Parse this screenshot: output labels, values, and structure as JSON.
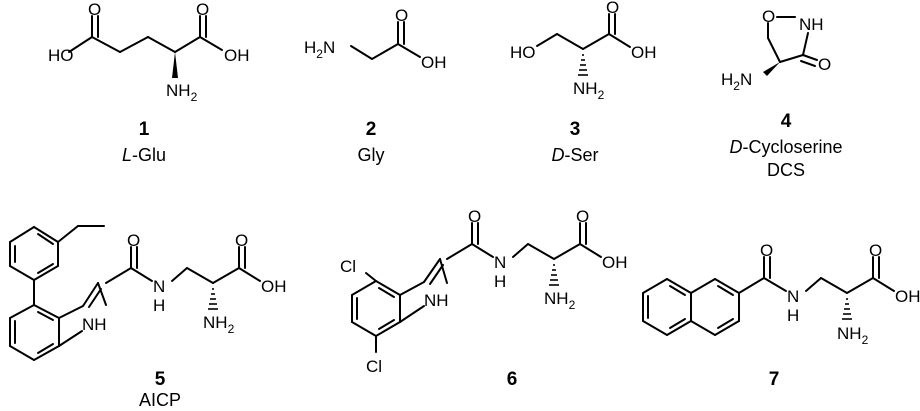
{
  "figure": {
    "compounds": [
      {
        "id": "c1",
        "number": "1",
        "caption": {
          "prefix": "L",
          "rest": "-Glu"
        },
        "atoms": {
          "ho": "HO",
          "o1": "O",
          "o2": "O",
          "oh": "OH",
          "nh2": "NH",
          "nh2_sub": "2"
        }
      },
      {
        "id": "c2",
        "number": "2",
        "caption": {
          "prefix": "",
          "rest": "Gly"
        },
        "atoms": {
          "h2n": "H",
          "h2n_sub": "2",
          "h2n_n": "N",
          "o": "O",
          "oh": "OH"
        }
      },
      {
        "id": "c3",
        "number": "3",
        "caption": {
          "prefix": "D",
          "rest": "-Ser"
        },
        "atoms": {
          "ho": "HO",
          "o": "O",
          "oh": "OH",
          "nh2": "NH",
          "nh2_sub": "2"
        }
      },
      {
        "id": "c4",
        "number": "4",
        "caption": {
          "prefix": "D",
          "rest": "-Cycloserine"
        },
        "caption2": "DCS",
        "atoms": {
          "o_ring": "O",
          "nh": "NH",
          "o": "O",
          "h2n": "H",
          "h2n_sub": "2",
          "h2n_n": "N"
        }
      },
      {
        "id": "c5",
        "number": "5",
        "caption": {
          "prefix": "",
          "rest": "AICP"
        },
        "atoms": {
          "o1": "O",
          "o2": "O",
          "oh": "OH",
          "nh_amide": "N",
          "nh_amide_h": "H",
          "nh_indole": "NH",
          "nh2": "NH",
          "nh2_sub": "2"
        }
      },
      {
        "id": "c6",
        "number": "6",
        "caption": {
          "prefix": "",
          "rest": ""
        },
        "atoms": {
          "cl1": "Cl",
          "cl2": "Cl",
          "o1": "O",
          "o2": "O",
          "oh": "OH",
          "nh_amide": "N",
          "nh_amide_h": "H",
          "nh_indole": "NH",
          "nh2": "NH",
          "nh2_sub": "2"
        }
      },
      {
        "id": "c7",
        "number": "7",
        "caption": {
          "prefix": "",
          "rest": ""
        },
        "atoms": {
          "o1": "O",
          "o2": "O",
          "oh": "OH",
          "nh_amide": "N",
          "nh_amide_h": "H",
          "nh2": "NH",
          "nh2_sub": "2"
        }
      }
    ]
  }
}
